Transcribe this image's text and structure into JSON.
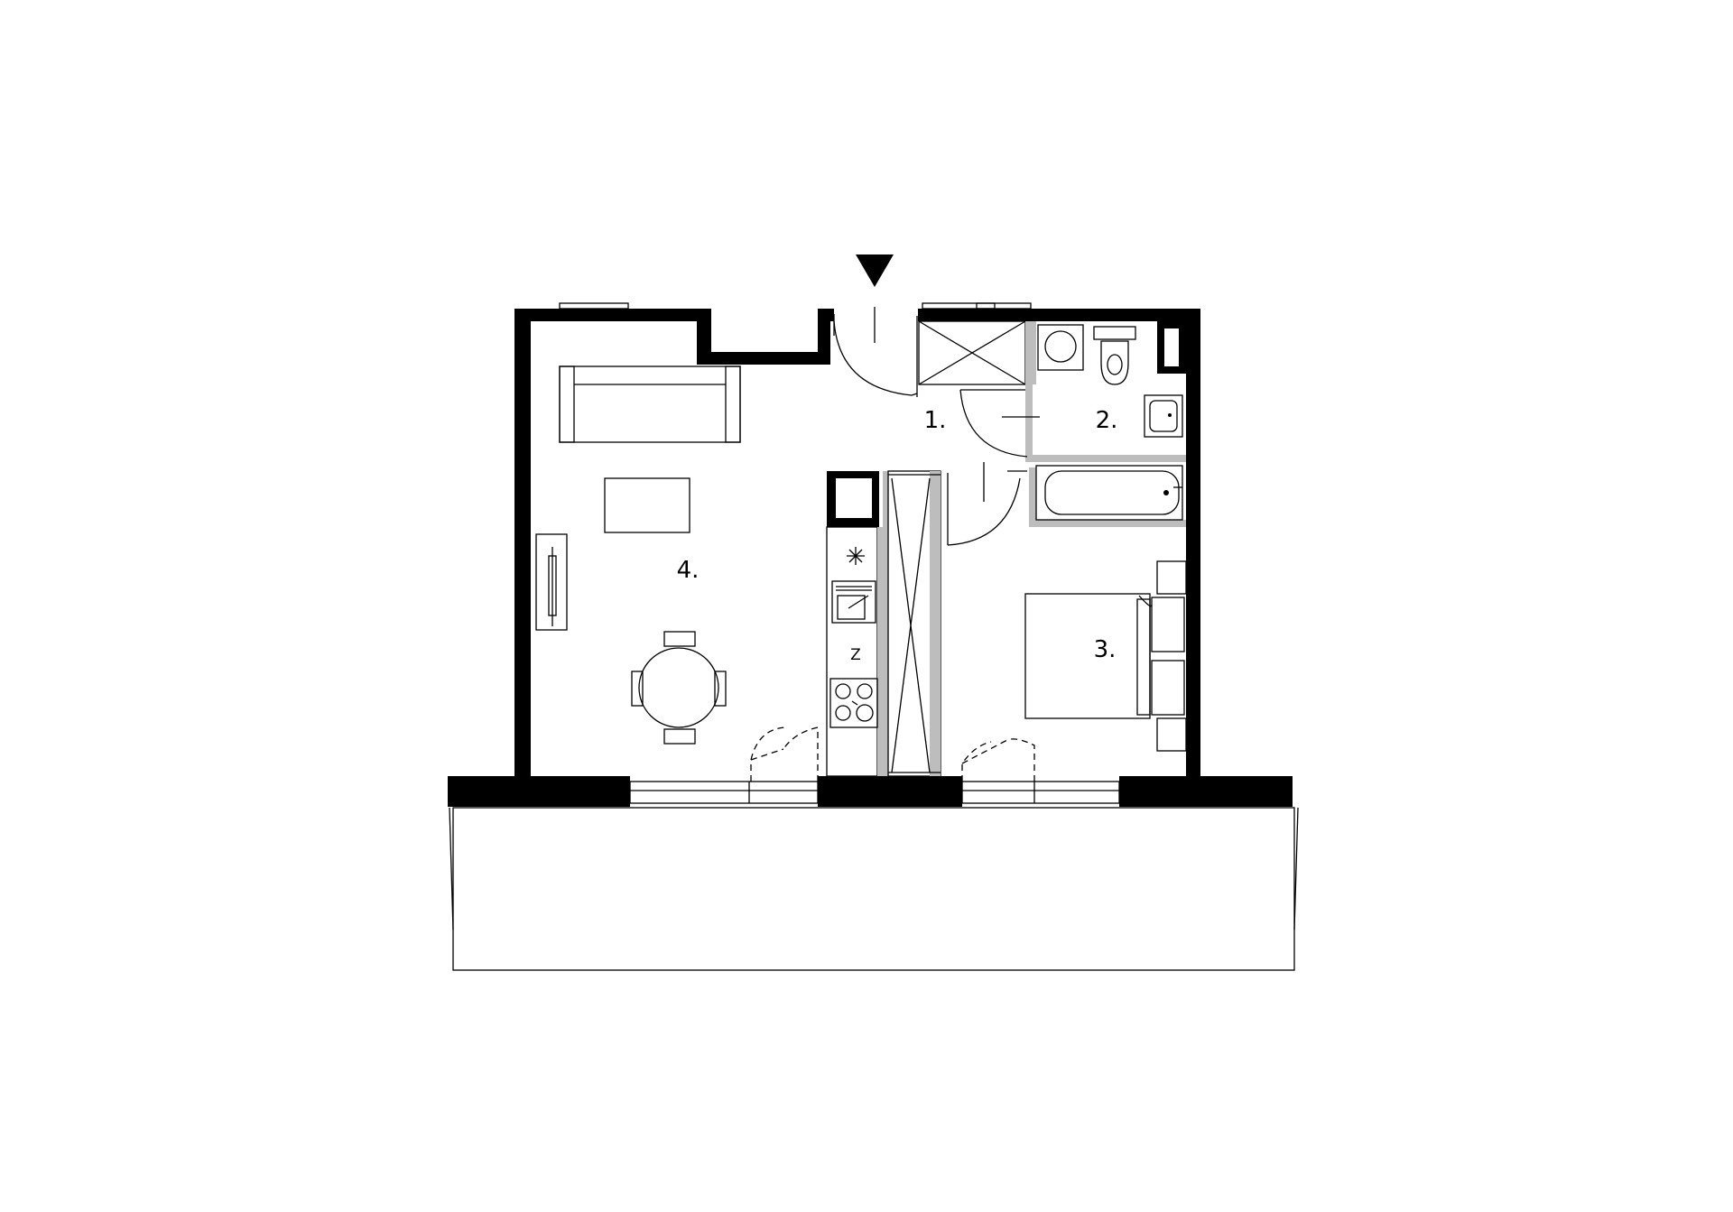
{
  "rooms": {
    "room_1": "1.",
    "room_2": "2.",
    "room_3": "3.",
    "room_4": "4."
  },
  "kitchen": {
    "fridge_mark": "Z"
  },
  "colors": {
    "wall": "#000000",
    "partition": "#bdbdbd",
    "background": "#ffffff"
  },
  "icons": [
    "entrance-arrow-icon",
    "fan-icon",
    "stove-icon",
    "sink-icon",
    "toilet-icon",
    "washing-machine-icon",
    "bathtub-icon"
  ]
}
